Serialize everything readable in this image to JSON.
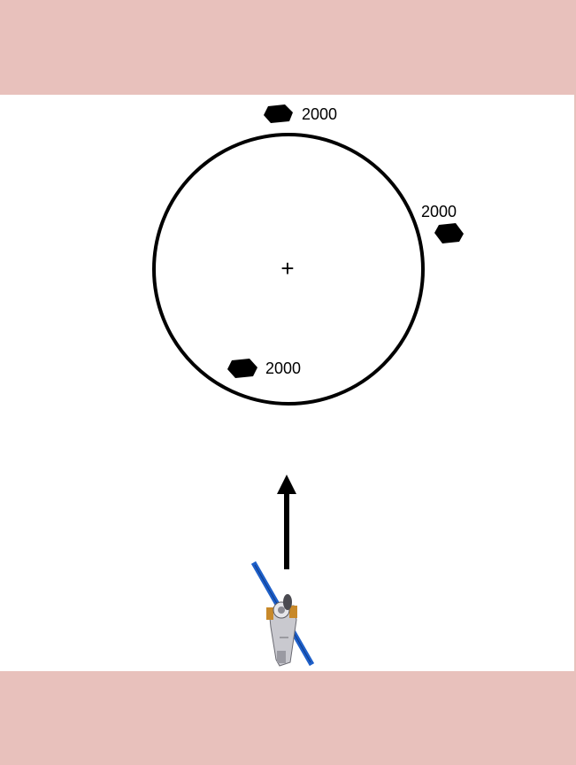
{
  "colors": {
    "band": "#e8c1bc",
    "play_area": "#ffffff",
    "ink": "#000000",
    "solar_panel": "#1e5fc8"
  },
  "target_circle": {
    "center_marker": "+"
  },
  "asteroids": [
    {
      "label": "2000",
      "icon": "asteroid-icon"
    },
    {
      "label": "2000",
      "icon": "asteroid-icon"
    },
    {
      "label": "2000",
      "icon": "asteroid-icon"
    }
  ],
  "player": {
    "icon": "satellite-icon",
    "heading_icon": "arrow-up-icon"
  }
}
